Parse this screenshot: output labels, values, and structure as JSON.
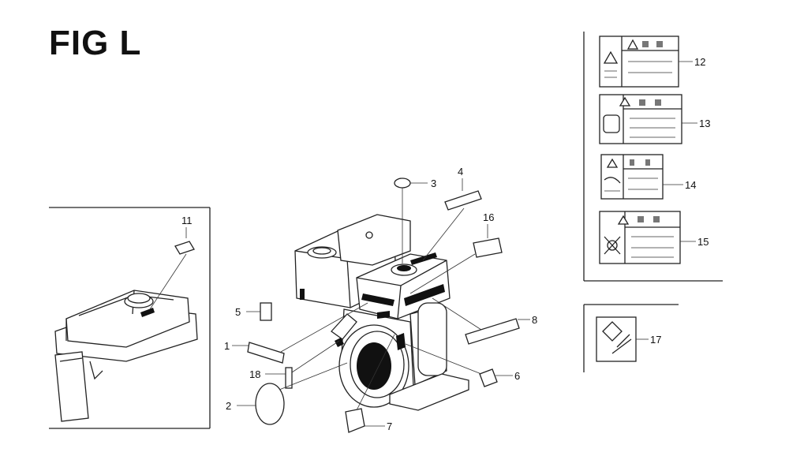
{
  "figure": {
    "title": "FIG L"
  },
  "callouts": {
    "c1": "1",
    "c2": "2",
    "c3": "3",
    "c4": "4",
    "c5": "5",
    "c6": "6",
    "c7": "7",
    "c8": "8",
    "c11": "11",
    "c12": "12",
    "c13": "13",
    "c14": "14",
    "c15": "15",
    "c16": "16",
    "c17": "17",
    "c18": "18"
  },
  "icons": {
    "warning": "warning-triangle-icon",
    "fire": "fire-hazard-icon",
    "exhaust": "exhaust-hazard-icon",
    "oil": "oil-alert-icon",
    "fuel": "fuel-icon"
  }
}
